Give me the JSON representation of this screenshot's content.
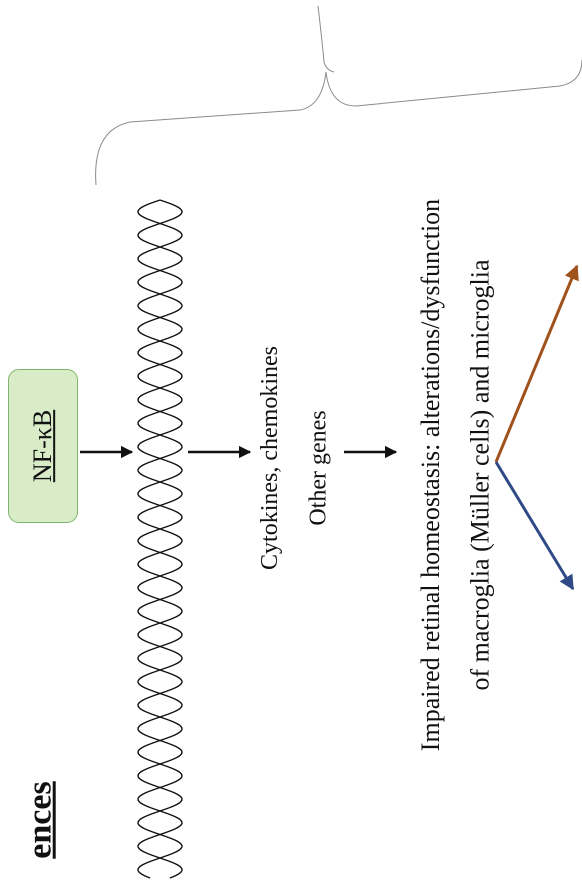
{
  "heading": "ences",
  "nfkb_label": "NF-κB",
  "cytokines_line1": "Cytokines, chemokines",
  "cytokines_line2": "Other genes",
  "homeostasis_line1": "Impaired retinal homeostasis: alterations/dysfunction",
  "homeostasis_line2": "of macroglia (Müller cells) and microglia",
  "colors": {
    "nfkb_fill": "#d9ecc8",
    "nfkb_border": "#7fb56b",
    "arrow_brown": "#a0521d",
    "arrow_blue": "#2f4a86",
    "line": "#111111"
  }
}
